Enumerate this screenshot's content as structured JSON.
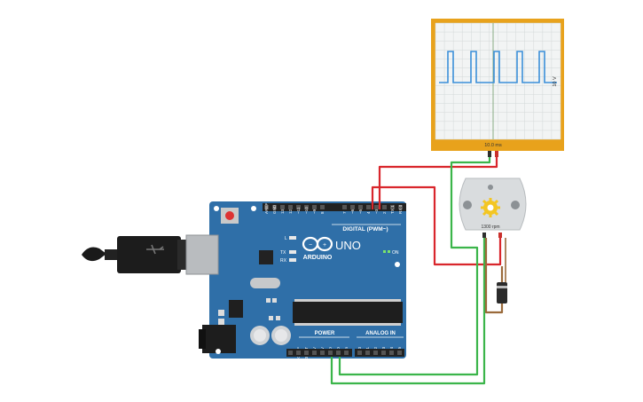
{
  "oscilloscope": {
    "time_label": "10.0 ms",
    "volt_label": "10 V",
    "trace_color": "#3b8fd9",
    "frame_color": "#e8a21c"
  },
  "motor": {
    "speed_label": "1300 rpm",
    "icon": "gear-icon"
  },
  "arduino": {
    "logo_text": "ARDUINO",
    "model": "UNO",
    "digital_header_label": "DIGITAL (PWM~)",
    "power_label": "POWER",
    "analog_label": "ANALOG IN",
    "on_label": "ON",
    "l_label": "L",
    "tx_label": "TX",
    "rx_label": "RX",
    "top_pins": [
      "AREF",
      "GND",
      "13",
      "12",
      "~11",
      "~10",
      "~9",
      "8",
      "7",
      "~6",
      "~5",
      "4",
      "~3",
      "2",
      "TX 1",
      "RX 0"
    ],
    "power_pins": [
      "IOREF",
      "RESET",
      "3.3V",
      "5V",
      "GND",
      "GND",
      "Vin"
    ],
    "analog_pins": [
      "A0",
      "A1",
      "A2",
      "A3",
      "A4",
      "A5"
    ],
    "board_color": "#2f6fa8"
  },
  "wires": {
    "red": "#d9262c",
    "green": "#3bb54a",
    "brown": "#9a6a3a"
  }
}
